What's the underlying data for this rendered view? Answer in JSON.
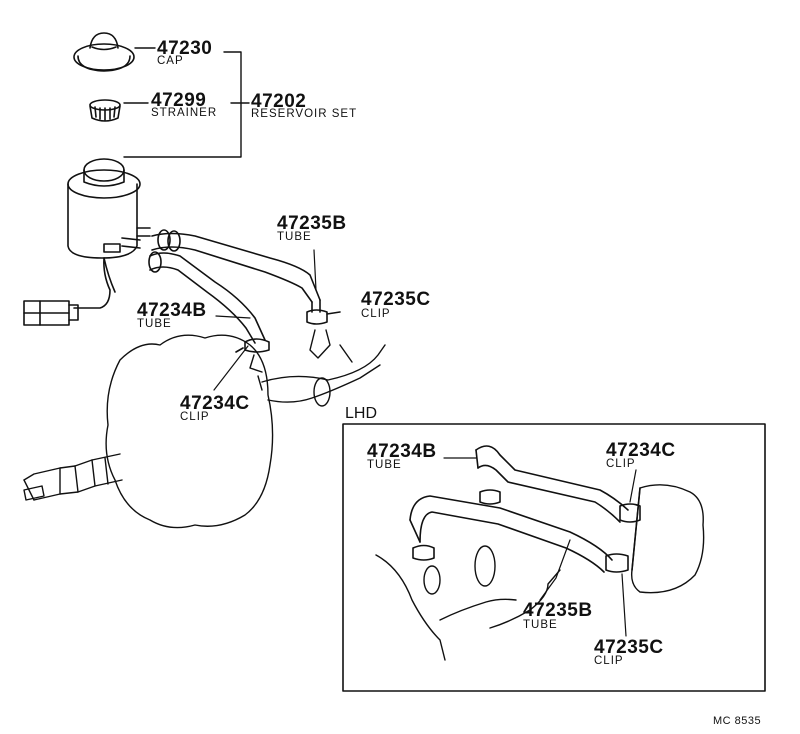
{
  "parts": {
    "cap": {
      "number": "47230",
      "name": "CAP"
    },
    "strainer": {
      "number": "47299",
      "name": "STRAINER"
    },
    "reservoir": {
      "number": "47202",
      "name": "RESERVOIR SET"
    },
    "tube_b_main": {
      "number": "47235B",
      "name": "TUBE"
    },
    "clip_c_main": {
      "number": "47235C",
      "name": "CLIP"
    },
    "tube_a_main": {
      "number": "47234B",
      "name": "TUBE"
    },
    "clip_a_main": {
      "number": "47234C",
      "name": "CLIP"
    }
  },
  "lhd": {
    "heading": "LHD",
    "tube_a": {
      "number": "47234B",
      "name": "TUBE"
    },
    "clip_a": {
      "number": "47234C",
      "name": "CLIP"
    },
    "tube_b": {
      "number": "47235B",
      "name": "TUBE"
    },
    "clip_b": {
      "number": "47235C",
      "name": "CLIP"
    }
  },
  "drawing_code": "MC 8535"
}
